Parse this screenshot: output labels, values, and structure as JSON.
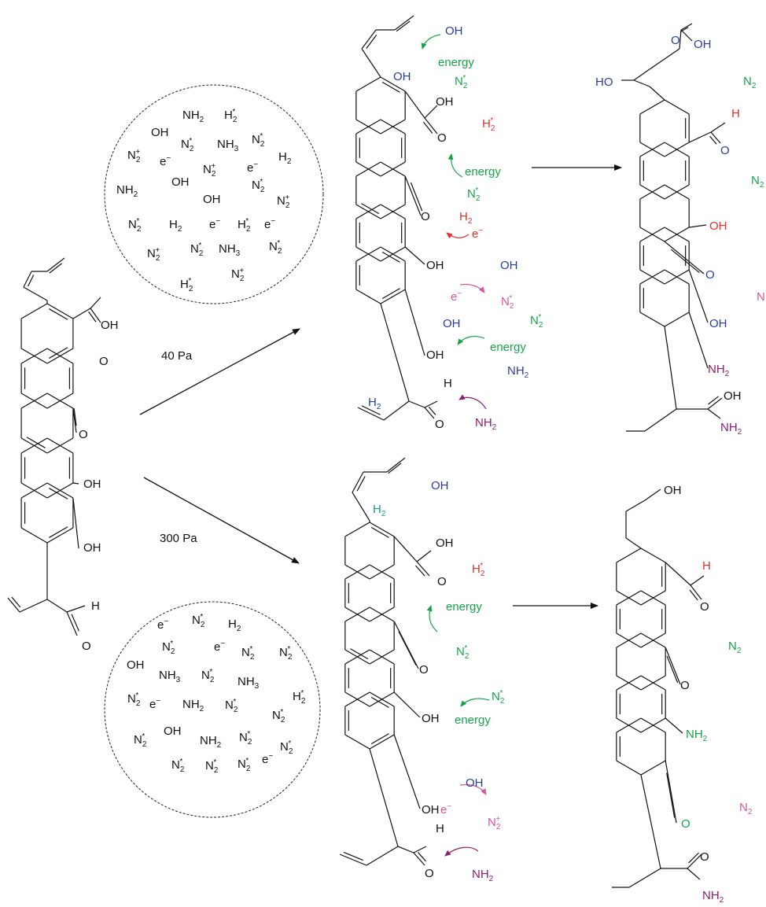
{
  "colors": {
    "bond": "#111111",
    "black": "#111111",
    "blue": "#2b3d9b",
    "green": "#17a34a",
    "red": "#e4322b",
    "pink": "#d9559b",
    "purple": "#8a1f6b",
    "teal": "#1a9a98"
  },
  "conditions": {
    "low": "40 Pa",
    "high": "300 Pa"
  },
  "plasma_low": {
    "species": [
      {
        "id": "pl-1",
        "base": "NH",
        "sub": "2",
        "sup": "",
        "color": "black"
      },
      {
        "id": "pl-2",
        "base": "H",
        "sub": "2",
        "sup": "*",
        "color": "black"
      },
      {
        "id": "pl-3",
        "base": "OH",
        "sub": "",
        "sup": "",
        "color": "black"
      },
      {
        "id": "pl-4",
        "base": "N",
        "sub": "2",
        "sup": "*",
        "color": "black"
      },
      {
        "id": "pl-5",
        "base": "NH",
        "sub": "3",
        "sup": "",
        "color": "black"
      },
      {
        "id": "pl-6",
        "base": "N",
        "sub": "2",
        "sup": "*",
        "color": "black"
      },
      {
        "id": "pl-7",
        "base": "N",
        "sub": "2",
        "sup": "+",
        "color": "black"
      },
      {
        "id": "pl-8",
        "base": "e",
        "sub": "",
        "sup": "−",
        "color": "black"
      },
      {
        "id": "pl-9",
        "base": "N",
        "sub": "2",
        "sup": "+",
        "color": "black"
      },
      {
        "id": "pl-10",
        "base": "e",
        "sub": "",
        "sup": "−",
        "color": "black"
      },
      {
        "id": "pl-11",
        "base": "H",
        "sub": "2",
        "sup": "",
        "color": "black"
      },
      {
        "id": "pl-12",
        "base": "OH",
        "sub": "",
        "sup": "",
        "color": "black"
      },
      {
        "id": "pl-13",
        "base": "N",
        "sub": "2",
        "sup": "*",
        "color": "black"
      },
      {
        "id": "pl-14",
        "base": "NH",
        "sub": "2",
        "sup": "",
        "color": "black"
      },
      {
        "id": "pl-15",
        "base": "OH",
        "sub": "",
        "sup": "",
        "color": "black"
      },
      {
        "id": "pl-16",
        "base": "N",
        "sub": "2",
        "sup": "+",
        "color": "black"
      },
      {
        "id": "pl-17",
        "base": "N",
        "sub": "2",
        "sup": "*",
        "color": "black"
      },
      {
        "id": "pl-18",
        "base": "H",
        "sub": "2",
        "sup": "",
        "color": "black"
      },
      {
        "id": "pl-19",
        "base": "e",
        "sub": "",
        "sup": "−",
        "color": "black"
      },
      {
        "id": "pl-20",
        "base": "H",
        "sub": "2",
        "sup": "*",
        "color": "black"
      },
      {
        "id": "pl-21",
        "base": "e",
        "sub": "",
        "sup": "−",
        "color": "black"
      },
      {
        "id": "pl-22",
        "base": "N",
        "sub": "2",
        "sup": "+",
        "color": "black"
      },
      {
        "id": "pl-23",
        "base": "N",
        "sub": "2",
        "sup": "*",
        "color": "black"
      },
      {
        "id": "pl-24",
        "base": "NH",
        "sub": "3",
        "sup": "",
        "color": "black"
      },
      {
        "id": "pl-25",
        "base": "N",
        "sub": "2",
        "sup": "*",
        "color": "black"
      },
      {
        "id": "pl-26",
        "base": "N",
        "sub": "2",
        "sup": "+",
        "color": "black"
      },
      {
        "id": "pl-27",
        "base": "H",
        "sub": "2",
        "sup": "*",
        "color": "black"
      }
    ]
  },
  "plasma_high": {
    "species": [
      {
        "id": "ph-1",
        "base": "e",
        "sub": "",
        "sup": "−",
        "color": "black"
      },
      {
        "id": "ph-2",
        "base": "N",
        "sub": "2",
        "sup": "*",
        "color": "black"
      },
      {
        "id": "ph-3",
        "base": "H",
        "sub": "2",
        "sup": "",
        "color": "black"
      },
      {
        "id": "ph-4",
        "base": "N",
        "sub": "2",
        "sup": "*",
        "color": "black"
      },
      {
        "id": "ph-5",
        "base": "e",
        "sub": "",
        "sup": "−",
        "color": "black"
      },
      {
        "id": "ph-6",
        "base": "N",
        "sub": "2",
        "sup": "*",
        "color": "black"
      },
      {
        "id": "ph-7",
        "base": "N",
        "sub": "2",
        "sup": "*",
        "color": "black"
      },
      {
        "id": "ph-8",
        "base": "OH",
        "sub": "",
        "sup": "",
        "color": "black"
      },
      {
        "id": "ph-9",
        "base": "NH",
        "sub": "3",
        "sup": "",
        "color": "black"
      },
      {
        "id": "ph-10",
        "base": "N",
        "sub": "2",
        "sup": "*",
        "color": "black"
      },
      {
        "id": "ph-11",
        "base": "NH",
        "sub": "3",
        "sup": "",
        "color": "black"
      },
      {
        "id": "ph-12",
        "base": "N",
        "sub": "2",
        "sup": "*",
        "color": "black"
      },
      {
        "id": "ph-13",
        "base": "e",
        "sub": "",
        "sup": "−",
        "color": "black"
      },
      {
        "id": "ph-14",
        "base": "NH",
        "sub": "2",
        "sup": "",
        "color": "black"
      },
      {
        "id": "ph-15",
        "base": "N",
        "sub": "2",
        "sup": "*",
        "color": "black"
      },
      {
        "id": "ph-16",
        "base": "H",
        "sub": "2",
        "sup": "*",
        "color": "black"
      },
      {
        "id": "ph-17",
        "base": "N",
        "sub": "2",
        "sup": "*",
        "color": "black"
      },
      {
        "id": "ph-18",
        "base": "OH",
        "sub": "",
        "sup": "",
        "color": "black"
      },
      {
        "id": "ph-19",
        "base": "N",
        "sub": "2",
        "sup": "*",
        "color": "black"
      },
      {
        "id": "ph-20",
        "base": "NH",
        "sub": "2",
        "sup": "",
        "color": "black"
      },
      {
        "id": "ph-21",
        "base": "N",
        "sub": "2",
        "sup": "*",
        "color": "black"
      },
      {
        "id": "ph-22",
        "base": "N",
        "sub": "2",
        "sup": "*",
        "color": "black"
      },
      {
        "id": "ph-23",
        "base": "N",
        "sub": "2",
        "sup": "*",
        "color": "black"
      },
      {
        "id": "ph-24",
        "base": "N",
        "sub": "2",
        "sup": "*",
        "color": "black"
      },
      {
        "id": "ph-25",
        "base": "N",
        "sub": "2",
        "sup": "*",
        "color": "black"
      },
      {
        "id": "ph-26",
        "base": "e",
        "sub": "",
        "sup": "−",
        "color": "black"
      }
    ]
  },
  "structures": {
    "start": {
      "groups": [
        {
          "id": "s-cooh",
          "base": "OH",
          "sub": "",
          "sup": "",
          "color": "black"
        },
        {
          "id": "s-cooh-o",
          "base": "O",
          "sub": "",
          "sup": "",
          "color": "black"
        },
        {
          "id": "s-ketone",
          "base": "O",
          "sub": "",
          "sup": "",
          "color": "black"
        },
        {
          "id": "s-oh1",
          "base": "OH",
          "sub": "",
          "sup": "",
          "color": "black"
        },
        {
          "id": "s-oh2",
          "base": "OH",
          "sub": "",
          "sup": "",
          "color": "black"
        },
        {
          "id": "s-cho-h",
          "base": "H",
          "sub": "",
          "sup": "",
          "color": "black"
        },
        {
          "id": "s-cho-o",
          "base": "O",
          "sub": "",
          "sup": "",
          "color": "black"
        }
      ]
    },
    "mid_low": {
      "groups": [
        {
          "id": "ml-cooh",
          "base": "OH",
          "sub": "",
          "sup": "",
          "color": "black"
        },
        {
          "id": "ml-cooh-o",
          "base": "O",
          "sub": "",
          "sup": "",
          "color": "black"
        },
        {
          "id": "ml-ketone",
          "base": "O",
          "sub": "",
          "sup": "",
          "color": "black"
        },
        {
          "id": "ml-oh1",
          "base": "OH",
          "sub": "",
          "sup": "",
          "color": "black"
        },
        {
          "id": "ml-oh2",
          "base": "OH",
          "sub": "",
          "sup": "",
          "color": "black"
        },
        {
          "id": "ml-cho-h",
          "base": "H",
          "sub": "",
          "sup": "",
          "color": "black"
        },
        {
          "id": "ml-cho-o",
          "base": "O",
          "sub": "",
          "sup": "",
          "color": "black"
        }
      ],
      "species": [
        {
          "id": "mls-1",
          "base": "OH",
          "sub": "",
          "sup": "",
          "color": "blue"
        },
        {
          "id": "mls-2",
          "base": "energy",
          "sub": "",
          "sup": "",
          "color": "green"
        },
        {
          "id": "mls-3",
          "base": "N",
          "sub": "2",
          "sup": "*",
          "color": "green"
        },
        {
          "id": "mls-4",
          "base": "OH",
          "sub": "",
          "sup": "",
          "color": "blue"
        },
        {
          "id": "mls-5",
          "base": "H",
          "sub": "2",
          "sup": "*",
          "color": "red"
        },
        {
          "id": "mls-6",
          "base": "energy",
          "sub": "",
          "sup": "",
          "color": "green"
        },
        {
          "id": "mls-7",
          "base": "N",
          "sub": "2",
          "sup": "*",
          "color": "green"
        },
        {
          "id": "mls-8",
          "base": "H",
          "sub": "2",
          "sup": "",
          "color": "red"
        },
        {
          "id": "mls-9",
          "base": "e",
          "sub": "",
          "sup": "−",
          "color": "red"
        },
        {
          "id": "mls-10",
          "base": "OH",
          "sub": "",
          "sup": "",
          "color": "blue"
        },
        {
          "id": "mls-11",
          "base": "e",
          "sub": "",
          "sup": "−",
          "color": "pink"
        },
        {
          "id": "mls-12",
          "base": "N",
          "sub": "2",
          "sup": "*",
          "color": "pink"
        },
        {
          "id": "mls-13",
          "base": "N",
          "sub": "2",
          "sup": "*",
          "color": "green"
        },
        {
          "id": "mls-14",
          "base": "OH",
          "sub": "",
          "sup": "",
          "color": "blue"
        },
        {
          "id": "mls-15",
          "base": "energy",
          "sub": "",
          "sup": "",
          "color": "green"
        },
        {
          "id": "mls-16",
          "base": "NH",
          "sub": "2",
          "sup": "",
          "color": "blue"
        },
        {
          "id": "mls-17",
          "base": "H",
          "sub": "2",
          "sup": "",
          "color": "blue"
        },
        {
          "id": "mls-18",
          "base": "NH",
          "sub": "2",
          "sup": "",
          "color": "purple"
        }
      ]
    },
    "product_low": {
      "groups": [
        {
          "id": "pl-acid-o",
          "base": "O",
          "sub": "",
          "sup": "",
          "color": "blue"
        },
        {
          "id": "pl-acid-oh",
          "base": "OH",
          "sub": "",
          "sup": "",
          "color": "blue"
        },
        {
          "id": "pl-ho",
          "base": "HO",
          "sub": "",
          "sup": "",
          "color": "blue"
        },
        {
          "id": "pl-cho-h",
          "base": "H",
          "sub": "",
          "sup": "",
          "color": "red"
        },
        {
          "id": "pl-cho-o",
          "base": "O",
          "sub": "",
          "sup": "",
          "color": "blue"
        },
        {
          "id": "pl-oh-red",
          "base": "OH",
          "sub": "",
          "sup": "",
          "color": "red"
        },
        {
          "id": "pl-ketone",
          "base": "O",
          "sub": "",
          "sup": "",
          "color": "blue"
        },
        {
          "id": "pl-oh-blue",
          "base": "OH",
          "sub": "",
          "sup": "",
          "color": "blue"
        },
        {
          "id": "pl-nh2",
          "base": "NH",
          "sub": "2",
          "sup": "",
          "color": "purple"
        },
        {
          "id": "pl-amide-oh",
          "base": "OH",
          "sub": "",
          "sup": "",
          "color": "black"
        },
        {
          "id": "pl-amide-nh2",
          "base": "NH",
          "sub": "2",
          "sup": "",
          "color": "purple"
        }
      ],
      "species": [
        {
          "id": "pls-1",
          "base": "N",
          "sub": "2",
          "sup": "",
          "color": "green"
        },
        {
          "id": "pls-2",
          "base": "N",
          "sub": "2",
          "sup": "",
          "color": "green"
        },
        {
          "id": "pls-3",
          "base": "N",
          "sub": "",
          "sup": "",
          "color": "pink"
        }
      ]
    },
    "mid_high": {
      "groups": [
        {
          "id": "mh-cooh",
          "base": "OH",
          "sub": "",
          "sup": "",
          "color": "black"
        },
        {
          "id": "mh-cooh-o",
          "base": "O",
          "sub": "",
          "sup": "",
          "color": "black"
        },
        {
          "id": "mh-ketone",
          "base": "O",
          "sub": "",
          "sup": "",
          "color": "black"
        },
        {
          "id": "mh-oh1",
          "base": "OH",
          "sub": "",
          "sup": "",
          "color": "black"
        },
        {
          "id": "mh-oh2",
          "base": "OH",
          "sub": "",
          "sup": "",
          "color": "black"
        },
        {
          "id": "mh-cho-h",
          "base": "H",
          "sub": "",
          "sup": "",
          "color": "black"
        },
        {
          "id": "mh-cho-o",
          "base": "O",
          "sub": "",
          "sup": "",
          "color": "black"
        }
      ],
      "species": [
        {
          "id": "mhs-1",
          "base": "OH",
          "sub": "",
          "sup": "",
          "color": "blue"
        },
        {
          "id": "mhs-2",
          "base": "H",
          "sub": "2",
          "sup": "",
          "color": "teal"
        },
        {
          "id": "mhs-3",
          "base": "H",
          "sub": "2",
          "sup": "*",
          "color": "red"
        },
        {
          "id": "mhs-4",
          "base": "energy",
          "sub": "",
          "sup": "",
          "color": "green"
        },
        {
          "id": "mhs-5",
          "base": "N",
          "sub": "2",
          "sup": "*",
          "color": "green"
        },
        {
          "id": "mhs-6",
          "base": "N",
          "sub": "2",
          "sup": "*",
          "color": "green"
        },
        {
          "id": "mhs-7",
          "base": "energy",
          "sub": "",
          "sup": "",
          "color": "green"
        },
        {
          "id": "mhs-8",
          "base": "OH",
          "sub": "",
          "sup": "",
          "color": "blue"
        },
        {
          "id": "mhs-9",
          "base": "e",
          "sub": "",
          "sup": "−",
          "color": "pink"
        },
        {
          "id": "mhs-10",
          "base": "N",
          "sub": "2",
          "sup": "+",
          "color": "pink"
        },
        {
          "id": "mhs-11",
          "base": "NH",
          "sub": "2",
          "sup": "",
          "color": "purple"
        }
      ]
    },
    "product_high": {
      "groups": [
        {
          "id": "ph-oh",
          "base": "OH",
          "sub": "",
          "sup": "",
          "color": "black"
        },
        {
          "id": "ph-cho-h",
          "base": "H",
          "sub": "",
          "sup": "",
          "color": "red"
        },
        {
          "id": "ph-cho-o",
          "base": "O",
          "sub": "",
          "sup": "",
          "color": "black"
        },
        {
          "id": "ph-ketone",
          "base": "O",
          "sub": "",
          "sup": "",
          "color": "black"
        },
        {
          "id": "ph-nh2",
          "base": "NH",
          "sub": "2",
          "sup": "",
          "color": "green"
        },
        {
          "id": "ph-o-green",
          "base": "O",
          "sub": "",
          "sup": "",
          "color": "green"
        },
        {
          "id": "ph-amide-o",
          "base": "O",
          "sub": "",
          "sup": "",
          "color": "black"
        },
        {
          "id": "ph-amide-nh2",
          "base": "NH",
          "sub": "2",
          "sup": "",
          "color": "purple"
        }
      ],
      "species": [
        {
          "id": "phs-1",
          "base": "N",
          "sub": "2",
          "sup": "",
          "color": "green"
        },
        {
          "id": "phs-2",
          "base": "N",
          "sub": "2",
          "sup": "",
          "color": "pink"
        }
      ]
    }
  }
}
